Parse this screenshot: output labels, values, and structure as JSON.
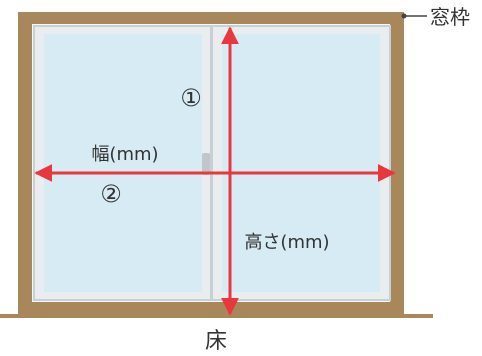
{
  "heading": "",
  "labels": {
    "frame": "窓枠",
    "floor": "床",
    "width": "幅(mm)",
    "height": "高さ(mm)",
    "marker_1": "①",
    "marker_2": "②"
  },
  "colors": {
    "frame": "#a8875b",
    "arrow": "#e8383d",
    "glass": "#d7ebf4",
    "sash": "#e9edf0",
    "text": "#333333"
  }
}
